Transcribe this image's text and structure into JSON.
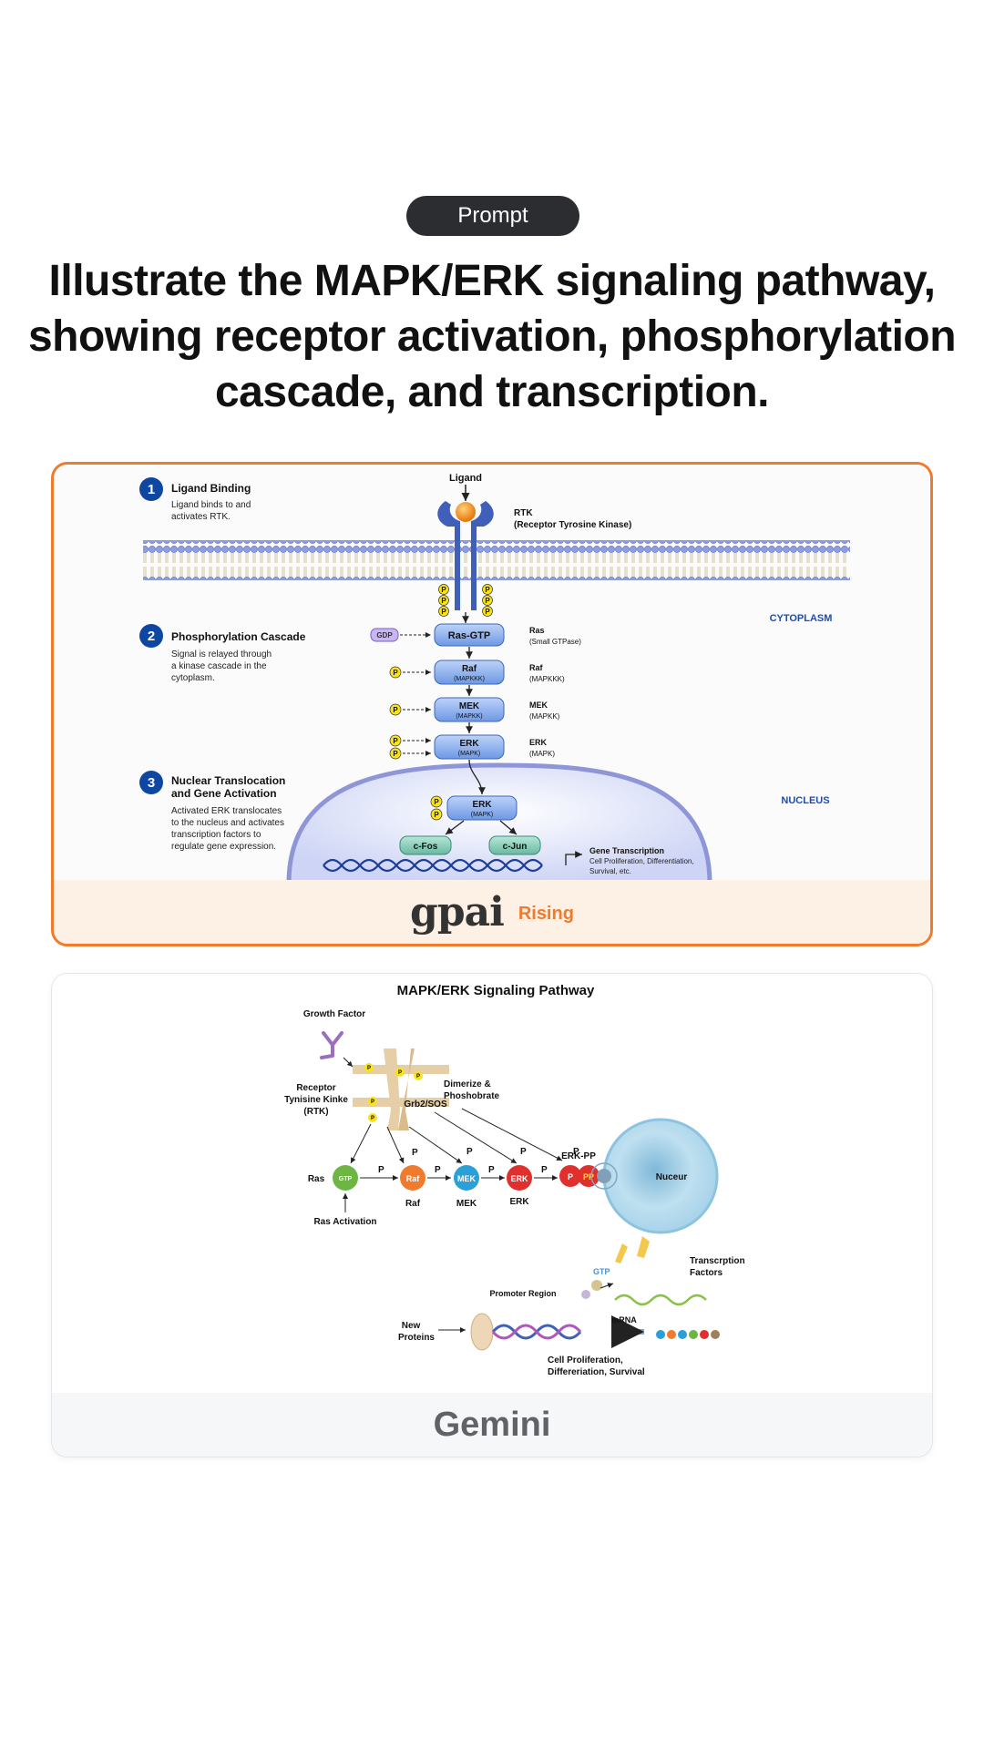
{
  "prompt": {
    "badge": "Prompt",
    "text": "Illustrate the MAPK/ERK signaling pathway, showing receptor activation, phosphorylation cascade, and transcription."
  },
  "card1": {
    "brand": "gpai",
    "tag": "Rising",
    "figure": {
      "ligand": "Ligand",
      "rtk_1": "RTK",
      "rtk_2": "(Receptor Tyrosine Kinase)",
      "step1_num": "1",
      "step1_title": "Ligand Binding",
      "step1_d1": "Ligand binds to and",
      "step1_d2": "activates RTK.",
      "step2_num": "2",
      "step2_title": "Phosphorylation Cascade",
      "step2_d1": "Signal is relayed through",
      "step2_d2": "a kinase cascade in the",
      "step2_d3": "cytoplasm.",
      "step3_num": "3",
      "step3_t1": "Nuclear Translocation",
      "step3_t2": "and Gene Activation",
      "step3_d1": "Activated ERK translocates",
      "step3_d2": "to the nucleus and activates",
      "step3_d3": "transcription factors to",
      "step3_d4": "regulate gene expression.",
      "cytoplasm": "CYTOPLASM",
      "nucleus": "NUCLEUS",
      "gdp": "GDP",
      "p": "P",
      "ras_gtp": "Ras-GTP",
      "raf": "Raf",
      "mapkkk": "(MAPKKK)",
      "mek": "MEK",
      "mapkk": "(MAPKK)",
      "erk": "ERK",
      "mapk": "(MAPK)",
      "ras_l1": "Ras",
      "ras_l2": "(Small GTPase)",
      "raf_l1": "Raf",
      "raf_l2": "(MAPKKK)",
      "mek_l1": "MEK",
      "mek_l2": "(MAPKK)",
      "erk_l1": "ERK",
      "erk_l2": "(MAPK)",
      "cfos": "c-Fos",
      "cjun": "c-Jun",
      "gt_1": "Gene Transcription",
      "gt_2": "Cell Proliferation, Differentiation,",
      "gt_3": "Survival, etc."
    }
  },
  "card2": {
    "brand": "Gemini",
    "figure": {
      "title": "MAPK/ERK Signaling Pathway",
      "growth_factor": "Growth Factor",
      "rtk_1": "Receptor",
      "rtk_2": "Tynisine Kinke",
      "rtk_3": "(RTK)",
      "grb2": "Grb2/SOS",
      "dim_1": "Dimerize &",
      "dim_2": "Phoshobrate",
      "p": "P",
      "ras": "Ras",
      "gtp": "GTP",
      "raf": "Raf",
      "mek": "MEK",
      "erk": "ERK",
      "erk_pp": "ERK-PP",
      "pp": "PP",
      "nucleus": "Nuceur",
      "ras_act": "Ras Activation",
      "tf_1": "Transcrption",
      "tf_2": "Factors",
      "promoter": "Promoter Region",
      "gtp_small": "GTP",
      "new_1": "New",
      "new_2": "Proteins",
      "mrna": "mRNA",
      "cp_1": "Cell Proliferation,",
      "cp_2": "Differeriation, Survival"
    }
  },
  "colors": {
    "accent": "#f07b2d",
    "pill": "#2b2d31",
    "step_blue": "#0d47a1",
    "kinase_blue": "#8fb4f0",
    "phospho_yellow": "#f8e21c"
  }
}
